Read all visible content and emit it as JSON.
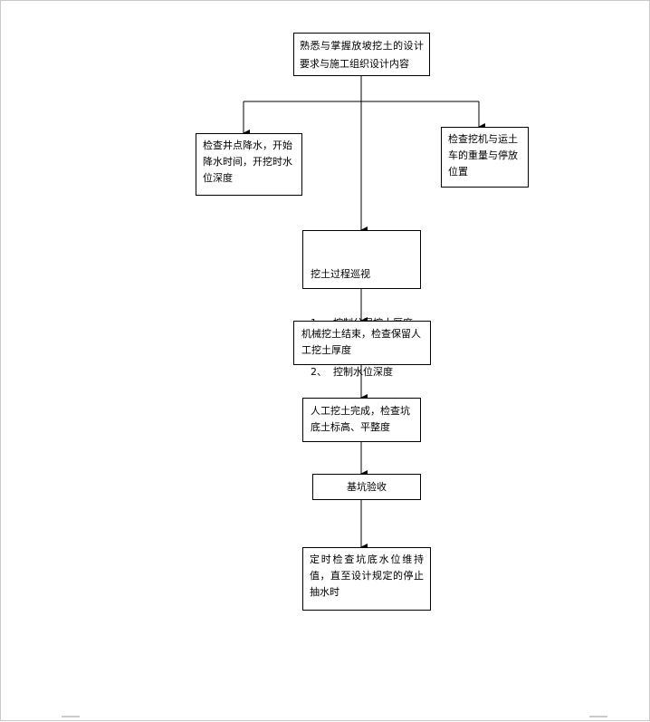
{
  "flowchart": {
    "nodes": {
      "start": {
        "text": "熟悉与掌握放坡挖土的设计要求与施工组织设计内容"
      },
      "dewater": {
        "text": "检查井点降水，开始降水时间，开挖时水位深度"
      },
      "machine": {
        "text": "检查挖机与运土车的重量与停放位置"
      },
      "patrol": {
        "lines": [
          "挖土过程巡视",
          "1、  控制分层挖土厚度",
          "2、  控制水位深度"
        ]
      },
      "mech_end": {
        "text": "机械挖土结束，检查保留人工挖土厚度"
      },
      "manual_end": {
        "text": "人工挖土完成，检查坑底土标高、平整度"
      },
      "acceptance": {
        "text": "基坑验收"
      },
      "monitor": {
        "text": "定时检查坑底水位维持值，直至设计规定的停止抽水时"
      }
    }
  },
  "colors": {
    "line": "#000000",
    "page_border": "#c8c8c8"
  }
}
